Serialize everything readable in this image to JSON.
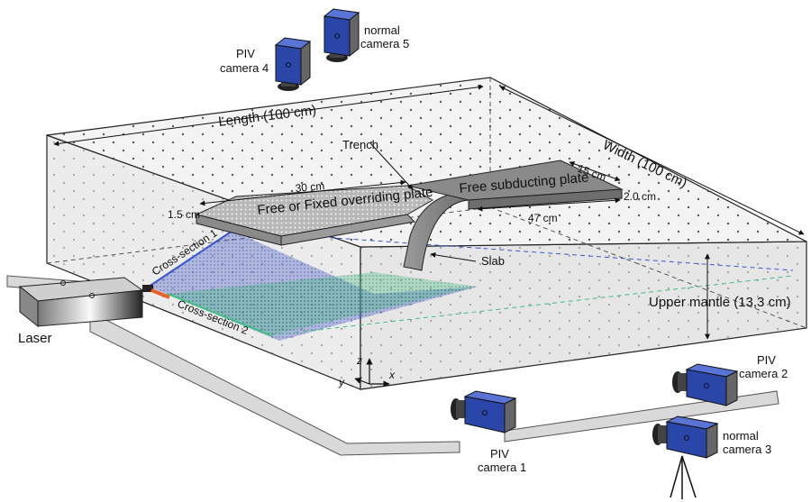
{
  "labels": {
    "length": "Length (100 cm)",
    "width": "Width (100 cm)",
    "trench": "Trench",
    "dim_30": "30 cm",
    "dim_15": "15 cm",
    "dim_2": "2.0 cm",
    "dim_1_5": "1.5 cm",
    "dim_47": "47 cm",
    "overriding_plate": "Free or Fixed overriding plate",
    "subducting_plate": "Free subducting plate",
    "slab": "Slab",
    "upper_mantle": "Upper mantle (13,3 cm)",
    "cross_section_1": "Cross-section 1",
    "cross_section_2": "Cross-section 2",
    "laser": "Laser",
    "axis_z": "z",
    "axis_x": "x",
    "axis_y": "y"
  },
  "cameras": {
    "cam1": [
      "PIV",
      "camera 1"
    ],
    "cam2": [
      "PIV",
      "camera 2"
    ],
    "cam3": [
      "normal",
      "camera 3"
    ],
    "cam4": [
      "PIV",
      "camera 4"
    ],
    "cam5": [
      "normal",
      "camera 5"
    ]
  },
  "colors": {
    "tank_fill": "#ececec",
    "plate_gray": "#8a8a8a",
    "camera_blue": "#2a46a8",
    "cross_section_1": "#3a55d0",
    "cross_section_2": "#3fbf80",
    "laser_beam": "#e8622a"
  }
}
